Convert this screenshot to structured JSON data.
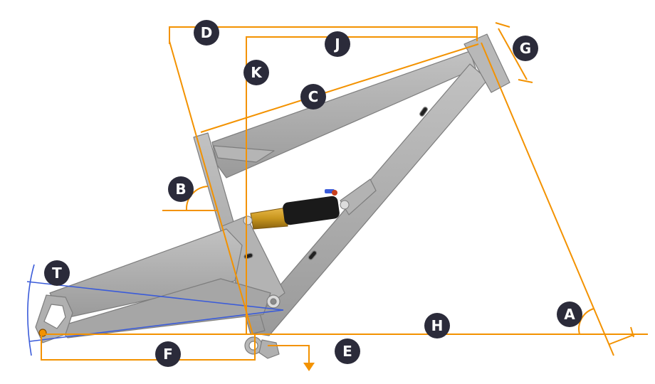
{
  "colors": {
    "measure": "#f39200",
    "arc": "#3a5bd9",
    "frame": "#a8a8a8",
    "frame_dark": "#8a8a8a",
    "shock_body": "#1a1a1a",
    "shock_stanchion": "#c8961e",
    "badge": "#2b2b3a"
  },
  "labels": {
    "A": "A",
    "B": "B",
    "C": "C",
    "D": "D",
    "E": "E",
    "F": "F",
    "G": "G",
    "H": "H",
    "J": "J",
    "K": "K",
    "T": "T"
  }
}
